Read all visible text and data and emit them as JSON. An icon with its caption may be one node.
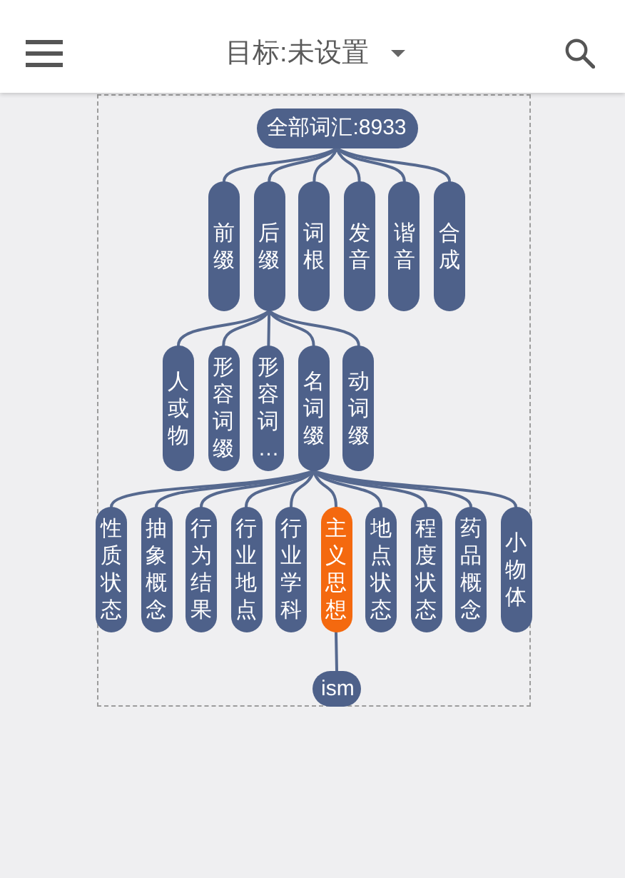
{
  "diagram": {
    "nodes": [
      {
        "text": [
          "全部词汇:8933"
        ]
      },
      {
        "text": [
          "前缀"
        ]
      },
      {
        "text": [
          "后缀"
        ]
      },
      {
        "text": [
          "词根"
        ]
      },
      {
        "text": [
          "发音"
        ]
      },
      {
        "text": [
          "谐音"
        ]
      },
      {
        "text": [
          "合成"
        ]
      },
      {
        "text": [
          "人或物"
        ]
      },
      {
        "text": [
          "形容词缀"
        ]
      },
      {
        "text": [
          "形容词…"
        ]
      },
      {
        "text": [
          "名词缀"
        ]
      },
      {
        "text": [
          "动词缀"
        ]
      },
      {
        "text": [
          "性质状态"
        ]
      },
      {
        "text": [
          "抽象概念"
        ]
      },
      {
        "text": [
          "行为结果"
        ]
      },
      {
        "text": [
          "行业地点"
        ]
      },
      {
        "text": [
          "行业学科"
        ]
      },
      {
        "text": [
          "主义思想"
        ]
      },
      {
        "text": [
          "地点状态"
        ]
      },
      {
        "text": [
          "程度状态"
        ]
      },
      {
        "text": [
          "药品概念"
        ]
      },
      {
        "text": [
          "小物体"
        ]
      },
      {
        "text": [
          "ism"
        ]
      }
    ],
    "edges": [
      {
        "from": 0,
        "to": 1,
        "arrow": "none"
      },
      {
        "from": 0,
        "to": 2,
        "arrow": "none"
      },
      {
        "from": 0,
        "to": 3,
        "arrow": "none"
      },
      {
        "from": 0,
        "to": 4,
        "arrow": "none"
      },
      {
        "from": 0,
        "to": 5,
        "arrow": "none"
      },
      {
        "from": 0,
        "to": 6,
        "arrow": "none"
      },
      {
        "from": 2,
        "to": 7,
        "arrow": "none"
      },
      {
        "from": 2,
        "to": 8,
        "arrow": "none"
      },
      {
        "from": 2,
        "to": 9,
        "arrow": "none"
      },
      {
        "from": 2,
        "to": 10,
        "arrow": "none"
      },
      {
        "from": 2,
        "to": 11,
        "arrow": "none"
      },
      {
        "from": 10,
        "to": 12,
        "arrow": "none"
      },
      {
        "from": 10,
        "to": 13,
        "arrow": "none"
      },
      {
        "from": 10,
        "to": 14,
        "arrow": "none"
      },
      {
        "from": 10,
        "to": 15,
        "arrow": "none"
      },
      {
        "from": 10,
        "to": 16,
        "arrow": "none"
      },
      {
        "from": 10,
        "to": 17,
        "arrow": "none"
      },
      {
        "from": 10,
        "to": 18,
        "arrow": "none"
      },
      {
        "from": 10,
        "to": 19,
        "arrow": "none"
      },
      {
        "from": 10,
        "to": 20,
        "arrow": "none"
      },
      {
        "from": 10,
        "to": 21,
        "arrow": "none"
      },
      {
        "from": 17,
        "to": 22,
        "arrow": "none"
      }
    ],
    "labels": [
      "目标:未设置"
    ]
  }
}
